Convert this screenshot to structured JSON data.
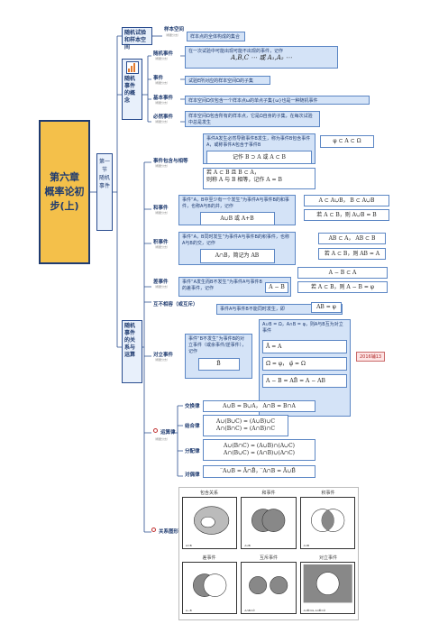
{
  "title": "第六章  概率论初步(上)",
  "section": "第一节  随机事件",
  "groups": {
    "g1": "随机试验和样本空间",
    "g2": "随机事件的概念",
    "g3": "随机事件的关系与运算"
  },
  "nodes": {
    "sample_space": {
      "label": "样本空间",
      "desc": "样本点的全体构成的集合"
    },
    "random_event": {
      "label": "随机事件",
      "desc": "在一次试验中可能出现可能不出现的事件，记作",
      "formula": "A,B,C ⋯ 或 A₁,A₂ ⋯"
    },
    "event": {
      "label": "事件",
      "desc": "试验E所对应的样本空间Ω的子集"
    },
    "basic_event": {
      "label": "基本事件",
      "desc": "样本空间Ω仅包含一个样本点ω的单点子集{ω}也是一种随机事件"
    },
    "certain_event": {
      "label": "必然事件",
      "desc": "样本空间Ω包含所有的样本点，它是Ω自身的子集，在每次试验中总是发生"
    },
    "inclusion": {
      "label": "事件包含与相等",
      "desc": "事件A发生必然导致事件B发生，称为事件B包含事件A，或称事件A包含于事件B",
      "f1": "记作 B ⊃ A 或 A ⊂ B",
      "f2": "φ ⊂ A ⊂ Ω",
      "f3": "若 A ⊂ B 且 B ⊂ A，",
      "f4": "则称 A 与 B 相等，记作 A = B"
    },
    "union": {
      "label": "和事件",
      "desc": "事件“A，B中至少有一个发生”为事件A与事件B的和事件，也称A与B的并，记作",
      "f1": "A∪B 或 A+B",
      "f2": "A ⊂ A∪B， B ⊂ A∪B",
      "f3": "若 A ⊂ B，则 A∪B = B"
    },
    "intersection": {
      "label": "积事件",
      "desc": "事件“A，B同时发生”为事件A与事件B的积事件，也称A与B的交，记作",
      "f1": "A∩B，简记为 AB",
      "f2": "AB ⊂ A， AB ⊂ B",
      "f3": "若 A ⊂ B，则 AB = A"
    },
    "difference": {
      "label": "差事件",
      "desc": "事件“A发生而B不发生”为事件A与事件B的差事件，记作",
      "f1": "A − B",
      "f2": "A − B ⊂ A",
      "f3": "若 A ⊂ B，则 A − B = φ"
    },
    "exclusive": {
      "label": "互不相容（或互斥）",
      "desc": "事件A与事件B不能同时发生，即",
      "f1": "AB = φ"
    },
    "complement": {
      "label": "对立事件",
      "desc": "事件“B不发生”为事件B的对立事件（或余事件/逆事件），记作",
      "f0": "B̄",
      "cond": "A∪B = Ω，A∩B = φ，则A与B互为对立事件",
      "f1": "Ā = A",
      "f2": "Ω̄ = φ， φ̄ = Ω",
      "f3": "A − B = AB̄ = A − AB",
      "tag": "2016辅13"
    },
    "ops": {
      "label": "运算律"
    },
    "comm": {
      "label": "交换律",
      "f1": "A∪B = B∪A， A∩B = B∩A"
    },
    "assoc": {
      "label": "结合律",
      "f1": "A∪(B∪C) = (A∪B)∪C",
      "f2": "A∩(B∩C) = (A∩B)∩C"
    },
    "dist": {
      "label": "分配律",
      "f1": "A∪(B∩C) = (A∪B)∩(A∪C)",
      "f2": "A∩(B∪C) = (A∩B)∪(A∩C)"
    },
    "dual": {
      "label": "对偶律",
      "f1": "̅A∪B = Ā∩B̄， ̅A∩B = Ā∪B̄"
    },
    "venn": {
      "label": "关系图形"
    }
  },
  "venn_headers": [
    "包含关系",
    "和事件",
    "积事件",
    "差事件",
    "互斥事件",
    "对立事件"
  ],
  "venn_captions": [
    "A⊂B",
    "A∪B",
    "A∩B",
    "A−B",
    "A∩B=∅",
    "A∪B̄=Ω, A∩B̄=∅"
  ],
  "sublabel": "（概要分支）",
  "colors": {
    "primary": "#1f3b70",
    "accent": "#f4c04a",
    "box": "#d4e3f7",
    "pink": "#fde3e3"
  }
}
